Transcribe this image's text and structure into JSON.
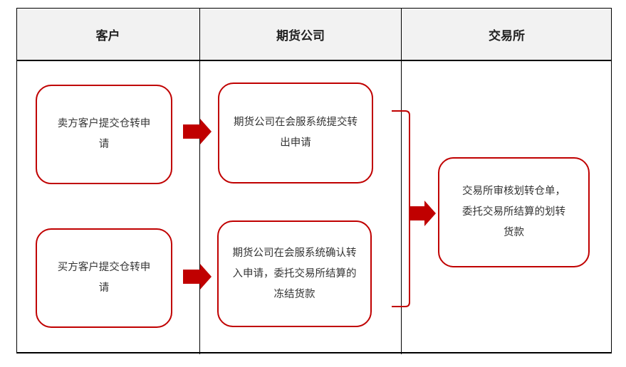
{
  "columns": [
    "客户",
    "期货公司",
    "交易所"
  ],
  "boxes": {
    "seller_request": "卖方客户提交仓转申请",
    "broker_submit": "期货公司在会服系统提交转出申请",
    "buyer_request": "买方客户提交仓转申请",
    "broker_confirm": "期货公司在会服系统确认转入申请，委托交易所结算的冻结货款",
    "exchange_review": "交易所审核划转仓单，委托交易所结算的划转货款"
  },
  "colors": {
    "accent": "#c00000",
    "header_bg": "#f2f2f2"
  }
}
